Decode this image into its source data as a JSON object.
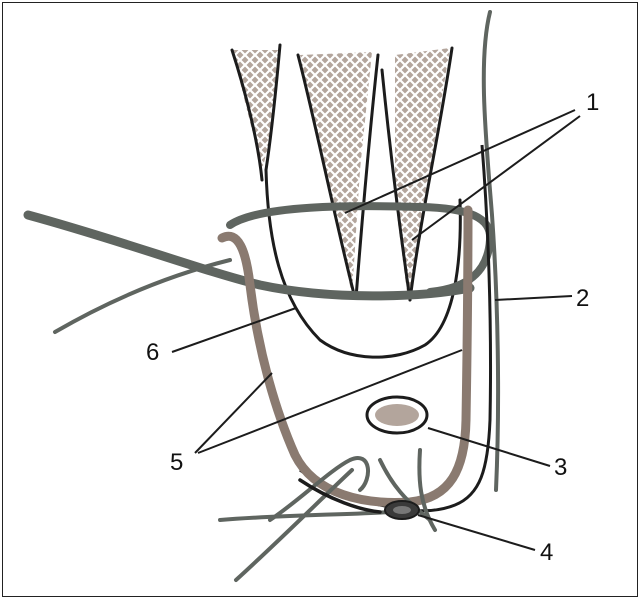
{
  "figure": {
    "labels": {
      "l1": "1",
      "l2": "2",
      "l3": "3",
      "l4": "4",
      "l5": "5",
      "l6": "6"
    }
  },
  "colors": {
    "dark_stroke": "#1c1c1c",
    "gray_stroke": "#5f6560",
    "brown_stroke": "#8a7a70",
    "hatch_fill": "#9a8a80"
  }
}
